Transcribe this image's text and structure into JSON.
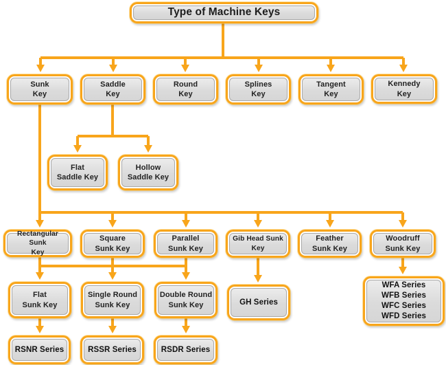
{
  "diagram": {
    "title": "Type of Machine Keys",
    "colors": {
      "accent_orange": "#F8A51B",
      "box_fill_gray": "#DCDCDC",
      "inner_border_gray": "#A9A9A9",
      "text_dark": "#222222",
      "background": "#FFFFFF"
    }
  },
  "nodes": {
    "root": {
      "label": "Type of Machine Keys"
    },
    "sunk": {
      "label": "Sunk\nKey"
    },
    "saddle": {
      "label": "Saddle\nKey"
    },
    "round": {
      "label": "Round\nKey"
    },
    "splines": {
      "label": "Splines\nKey"
    },
    "tangent": {
      "label": "Tangent\nKey"
    },
    "kennedy": {
      "label": "Kennedy\nKey"
    },
    "flat_saddle": {
      "label": "Flat\nSaddle Key"
    },
    "hollow_saddle": {
      "label": "Hollow\nSaddle Key"
    },
    "rectangular_sunk": {
      "label": "Rectangular Sunk\nKey"
    },
    "square_sunk": {
      "label": "Square\nSunk Key"
    },
    "parallel_sunk": {
      "label": "Parallel\nSunk Key"
    },
    "gib_head_sunk": {
      "label": "Gib Head Sunk\nKey"
    },
    "feather_sunk": {
      "label": "Feather\nSunk Key"
    },
    "woodruff_sunk": {
      "label": "Woodruff\nSunk Key"
    },
    "flat_sunk": {
      "label": "Flat\nSunk Key"
    },
    "single_round_sunk": {
      "label": "Single Round\nSunk Key"
    },
    "double_round_sunk": {
      "label": "Double Round\nSunk Key"
    },
    "gh_series": {
      "label": "GH Series"
    },
    "wf_series": {
      "label": "WFA Series\nWFB Series\nWFC Series\nWFD Series"
    },
    "rsnr_series": {
      "label": "RSNR Series"
    },
    "rssr_series": {
      "label": "RSSR Series"
    },
    "rsdr_series": {
      "label": "RSDR Series"
    }
  }
}
